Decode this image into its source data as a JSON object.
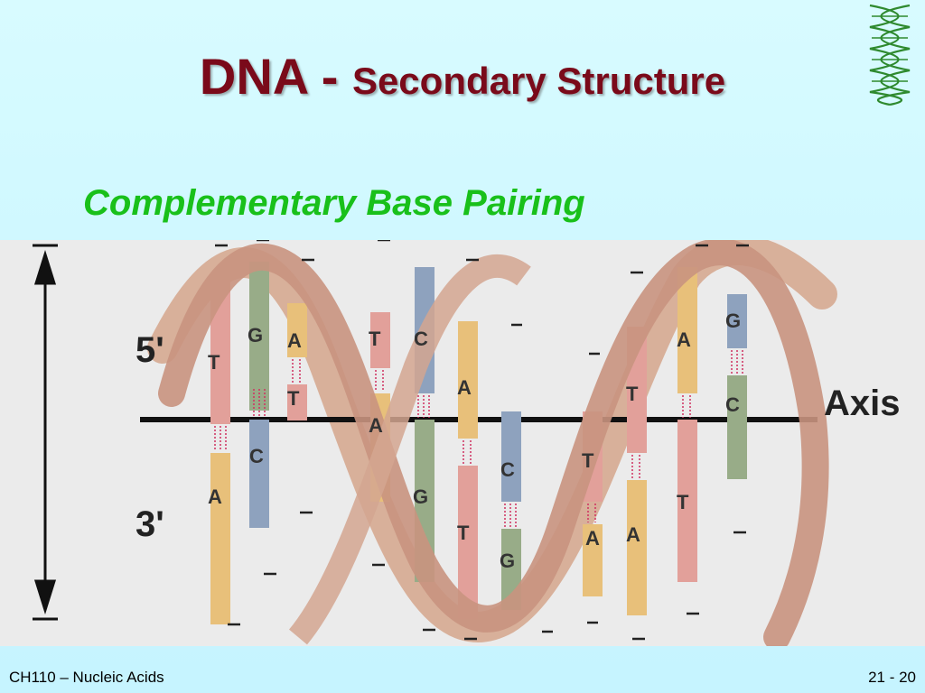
{
  "slide": {
    "title_main": "DNA - ",
    "title_sub": "Secondary Structure",
    "subtitle": "Complementary Base Pairing",
    "footer_left": "CH110 – Nucleic Acids",
    "footer_right": "21 - 20"
  },
  "diagram": {
    "end_top": "5'",
    "end_bottom": "3'",
    "axis_label": "Axis",
    "bases": {
      "b1": "T",
      "b2": "A",
      "b3": "G",
      "b4": "C",
      "b5": "A",
      "b6": "T",
      "b7": "T",
      "b8": "A",
      "b9": "C",
      "b10": "G",
      "b11": "A",
      "b12": "T",
      "b13": "C",
      "b14": "G",
      "b15": "T",
      "b16": "A",
      "b17": "T",
      "b18": "A",
      "b19": "A",
      "b20": "T",
      "b21": "G",
      "b22": "C"
    },
    "colors": {
      "A": "#e8c07a",
      "T": "#e2a09a",
      "G": "#98ac88",
      "C": "#8ea2be",
      "ribbon": "#cf9e86"
    }
  }
}
